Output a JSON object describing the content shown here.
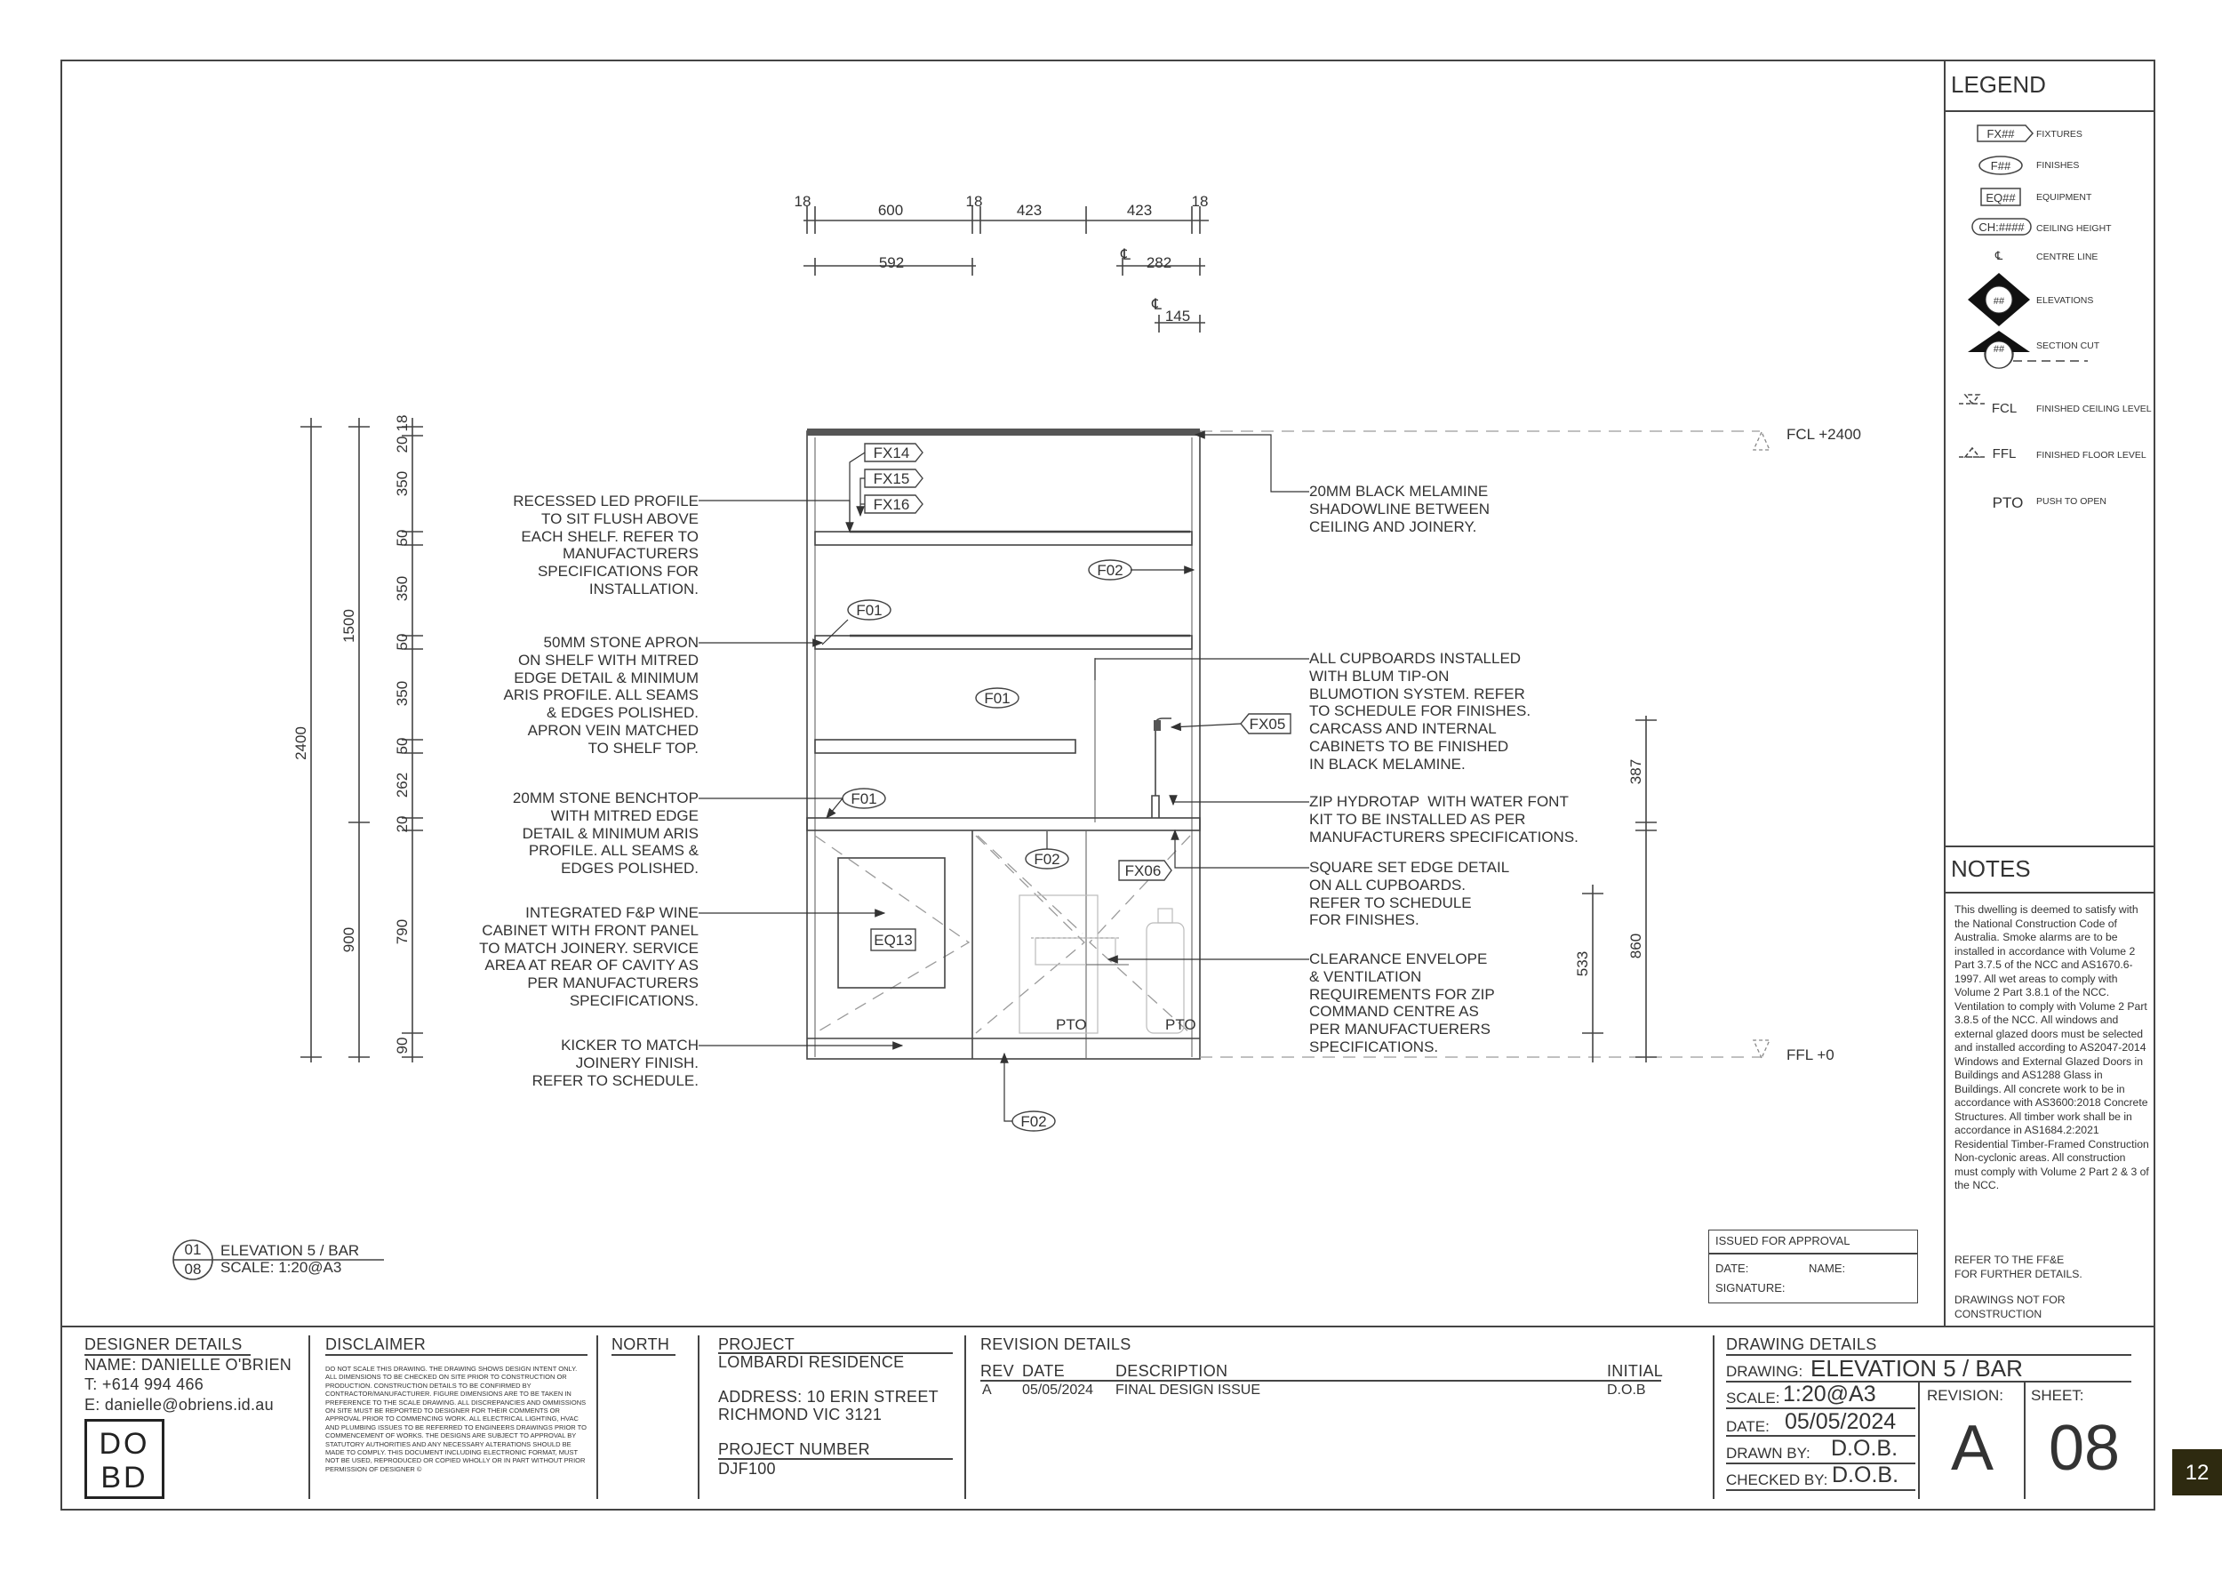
{
  "legend": {
    "title": "LEGEND",
    "items": [
      {
        "tag": "FX##",
        "label": "FIXTURES"
      },
      {
        "tag": "F##",
        "label": "FINISHES"
      },
      {
        "tag": "EQ##",
        "label": "EQUIPMENT"
      },
      {
        "tag": "CH:####",
        "label": "CEILING HEIGHT"
      },
      {
        "tag": "℄",
        "label": "CENTRE LINE"
      },
      {
        "tag": "##",
        "label": "ELEVATIONS"
      },
      {
        "tag": "##",
        "label": "SECTION CUT"
      },
      {
        "tag": "FCL",
        "label": "FINISHED CEILING LEVEL"
      },
      {
        "tag": "FFL",
        "label": "FINISHED FLOOR LEVEL"
      },
      {
        "tag": "PTO",
        "label": "PUSH TO OPEN"
      }
    ]
  },
  "notes": {
    "title": "NOTES",
    "body": "This dwelling is deemed to satisfy with the National Construction Code of Australia. Smoke alarms are to be installed in accordance with Volume 2 Part 3.7.5 of the NCC and AS1670.6-1997. All wet areas to comply with Volume 2 Part 3.8.1 of the NCC. Ventilation to comply with Volume 2 Part 3.8.5 of the NCC. All windows and external glazed doors must be selected and installed according to AS2047-2014 Windows and External Glazed Doors in Buildings and AS1288 Glass in Buildings. All concrete work to be in accordance with AS3600:2018 Concrete Structures. All timber work shall be in accordance in AS1684.2:2021 Residential Timber-Framed Construction Non-cyclonic areas. All construction must comply with Volume 2 Part 2 & 3 of the NCC.",
    "ffe": "REFER TO THE FF&E FOR FURTHER DETAILS.",
    "nfc": "DRAWINGS NOT FOR CONSTRUCTION"
  },
  "approval": {
    "title": "ISSUED FOR APPROVAL",
    "date_label": "DATE:",
    "name_label": "NAME:",
    "signature_label": "SIGNATURE:"
  },
  "drawing": {
    "dims_top": [
      "18",
      "600",
      "18",
      "423",
      "423",
      "18"
    ],
    "dims_second": [
      "592",
      "282"
    ],
    "dim_145": "145",
    "left_dims_outer": [
      "2400"
    ],
    "left_dims_mid": [
      "1500",
      "900"
    ],
    "left_dims_inner": [
      "18",
      "20",
      "350",
      "50",
      "350",
      "50",
      "350",
      "50",
      "262",
      "20",
      "790",
      "90"
    ],
    "right_dims": [
      "387",
      "860",
      "533"
    ],
    "fcl": "FCL +2400",
    "ffl": "FFL +0",
    "tags": [
      "FX14",
      "FX15",
      "FX16",
      "F02",
      "F01",
      "F01",
      "FX05",
      "F01",
      "F02",
      "FX06",
      "EQ13",
      "F02"
    ],
    "pto": "PTO",
    "notes_left": [
      "RECESSED LED PROFILE\nTO SIT FLUSH ABOVE\nEACH SHELF. REFER TO\nMANUFACTURERS\nSPECIFICATIONS FOR\nINSTALLATION.",
      "50MM STONE APRON\nON SHELF WITH MITRED\nEDGE DETAIL & MINIMUM\nARIS PROFILE. ALL SEAMS\n& EDGES POLISHED.\nAPRON VEIN MATCHED\nTO SHELF TOP.",
      "20MM STONE BENCHTOP\nWITH MITRED EDGE\nDETAIL & MINIMUM ARIS\nPROFILE. ALL SEAMS &\nEDGES POLISHED.",
      "INTEGRATED F&P WINE\nCABINET WITH FRONT PANEL\nTO MATCH JOINERY. SERVICE\nAREA AT REAR OF CAVITY AS\nPER MANUFACTURERS\nSPECIFICATIONS.",
      "KICKER TO MATCH\nJOINERY FINISH.\nREFER TO SCHEDULE."
    ],
    "notes_right": [
      "20MM BLACK MELAMINE\nSHADOWLINE BETWEEN\nCEILING AND JOINERY.",
      "ALL CUPBOARDS INSTALLED\nWITH BLUM TIP-ON\nBLUMOTION SYSTEM. REFER\nTO SCHEDULE FOR FINISHES.\nCARCASS AND INTERNAL\nCABINETS TO BE FINISHED\nIN BLACK MELAMINE.",
      "ZIP HYDROTAP  WITH WATER FONT\nKIT TO BE INSTALLED AS PER\nMANUFACTURERS SPECIFICATIONS.",
      "SQUARE SET EDGE DETAIL\nON ALL CUPBOARDS.\nREFER TO SCHEDULE\nFOR FINISHES.",
      "CLEARANCE ENVELOPE\n& VENTILATION\nREQUIREMENTS FOR ZIP\nCOMMAND CENTRE AS\nPER MANUFACTUERERS\nSPECIFICATIONS."
    ],
    "view_number": "01",
    "view_sheet": "08",
    "view_title": "ELEVATION 5 / BAR",
    "view_scale": "SCALE: 1:20@A3"
  },
  "titleblock": {
    "designer_title": "DESIGNER DETAILS",
    "designer_name": "NAME: DANIELLE O'BRIEN",
    "designer_phone": "T: +614 994 466",
    "designer_email": "E: danielle@obriens.id.au",
    "logo_top": "DO",
    "logo_bottom": "BD",
    "disclaimer_title": "DISCLAIMER",
    "disclaimer_text": "DO NOT SCALE THIS DRAWING. THE DRAWING SHOWS DESIGN INTENT ONLY. ALL DIMENSIONS TO BE CHECKED ON SITE PRIOR TO CONSTRUCTION OR PRODUCTION. CONSTRUCTION DETAILS TO BE CONFIRMED BY CONTRACTOR/MANUFACTURER. FIGURE DIMENSIONS ARE TO BE TAKEN IN PREFERENCE TO THE SCALE DRAWING. ALL DISCREPANCIES AND OMMISSIONS ON SITE MUST BE REPORTED TO DESIGNER FOR THEIR COMMENTS OR APPROVAL PRIOR TO COMMENCING WORK. ALL ELECTRICAL LIGHTING, HVAC AND PLUMBING ISSUES TO BE REFERRED TO ENGINEERS DRAWINGS PRIOR TO COMMENCEMENT OF WORKS. THE DESIGNS ARE SUBJECT TO APPROVAL BY STATUTORY AUTHORITIES AND ANY NECESSARY ALTERATIONS SHOULD BE MADE TO COMPLY. THIS DOCUMENT INCLUDING ELECTRONIC FORMAT, MUST NOT BE USED, REPRODUCED OR COPIED WHOLLY OR IN PART WITHOUT PRIOR PERMISSION OF DESIGNER ©",
    "north_title": "NORTH",
    "project_title": "PROJECT",
    "project_name": "LOMBARDI RESIDENCE",
    "project_address1": "ADDRESS: 10 ERIN STREET",
    "project_address2": "RICHMOND VIC 3121",
    "project_number_title": "PROJECT NUMBER",
    "project_number": "DJF100",
    "revision_title": "REVISION DETAILS",
    "rev_headers": [
      "REV",
      "DATE",
      "DESCRIPTION",
      "INITIAL"
    ],
    "rev_rows": [
      [
        "A",
        "05/05/2024",
        "FINAL DESIGN ISSUE",
        "D.O.B"
      ]
    ],
    "drawing_title": "DRAWING DETAILS",
    "drawing_label": "DRAWING:",
    "drawing_value": "ELEVATION 5 / BAR",
    "scale_label": "SCALE:",
    "scale_value": "1:20@A3",
    "date_label": "DATE:",
    "date_value": "05/05/2024",
    "drawnby_label": "DRAWN BY:",
    "drawnby_value": "D.O.B.",
    "checkedby_label": "CHECKED BY:",
    "checkedby_value": "D.O.B.",
    "revision_label": "REVISION:",
    "revision_value": "A",
    "sheet_label": "SHEET:",
    "sheet_value": "08"
  },
  "page_tab": "12"
}
